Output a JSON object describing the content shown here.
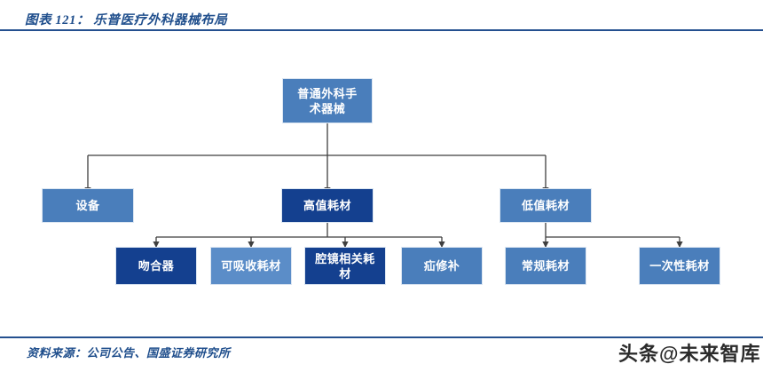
{
  "header": {
    "figure_title": "图表 121： 乐普医疗外科器械布局"
  },
  "footer": {
    "source_note": "资料来源：公司公告、国盛证券研究所",
    "watermark": "头条@未来智库"
  },
  "colors": {
    "title_blue": "#1F4E8C",
    "rule_blue": "#24508F",
    "node_mid_blue": "#4A7EBB",
    "node_light_blue": "#5B8DC8",
    "node_dark_blue": "#14408F",
    "node_border": "#DCE6F2",
    "connector": "#3F3F3F",
    "watermark_gray": "#2B2B2B"
  },
  "chart_data": {
    "type": "diagram",
    "title": "图表 121： 乐普医疗外科器械布局",
    "orientation": "top-down-tree",
    "levels": 3,
    "nodes": [
      {
        "id": "root",
        "label": "普通外科手\n术器械",
        "level": 0,
        "style": "mid"
      },
      {
        "id": "equipment",
        "label": "设备",
        "level": 1,
        "style": "mid"
      },
      {
        "id": "high_value",
        "label": "高值耗材",
        "level": 1,
        "style": "dark"
      },
      {
        "id": "low_value",
        "label": "低值耗材",
        "level": 1,
        "style": "mid"
      },
      {
        "id": "stapler",
        "label": "吻合器",
        "level": 2,
        "style": "dark"
      },
      {
        "id": "absorbable",
        "label": "可吸收耗材",
        "level": 2,
        "style": "light"
      },
      {
        "id": "endoscopic",
        "label": "腔镜相关耗\n材",
        "level": 2,
        "style": "dark"
      },
      {
        "id": "hernia",
        "label": "疝修补",
        "level": 2,
        "style": "mid"
      },
      {
        "id": "routine",
        "label": "常规耗材",
        "level": 2,
        "style": "mid"
      },
      {
        "id": "disposable",
        "label": "一次性耗材",
        "level": 2,
        "style": "mid"
      }
    ],
    "edges": [
      {
        "from": "root",
        "to": "equipment"
      },
      {
        "from": "root",
        "to": "high_value"
      },
      {
        "from": "root",
        "to": "low_value"
      },
      {
        "from": "high_value",
        "to": "stapler"
      },
      {
        "from": "high_value",
        "to": "absorbable"
      },
      {
        "from": "high_value",
        "to": "endoscopic"
      },
      {
        "from": "high_value",
        "to": "hernia"
      },
      {
        "from": "low_value",
        "to": "routine"
      },
      {
        "from": "low_value",
        "to": "disposable"
      }
    ]
  }
}
